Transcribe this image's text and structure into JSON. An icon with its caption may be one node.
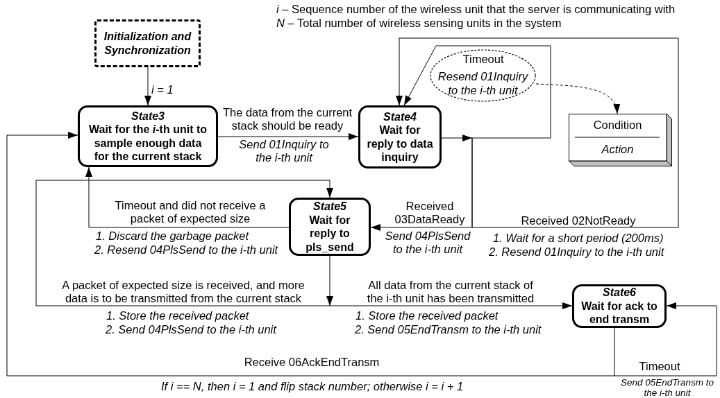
{
  "diagram": {
    "nodes": [
      {
        "text": [
          "Initialization and Synchronization"
        ]
      },
      {
        "text": [
          "Timeout",
          "Resend 01Inquiry to the i-th unit"
        ]
      },
      {
        "text": [
          "State3",
          "Wait for the *i*-th unit to sample enough data for the current stack"
        ]
      },
      {
        "text": [
          "State4",
          "Wait for reply to data inquiry"
        ]
      },
      {
        "text": [
          "Condition",
          "Action"
        ]
      },
      {
        "text": [
          "State5",
          "Wait for reply to pls_send"
        ]
      },
      {
        "text": [
          "State6",
          "Wait for ack to end transm"
        ]
      }
    ],
    "edges": [
      {
        "from": 0,
        "to": 2,
        "arrow": "to",
        "label": "i = 1"
      },
      {
        "from": 2,
        "to": 3,
        "arrow": "to",
        "label": "The data from the current stack should be ready"
      },
      {
        "from": 3,
        "to": 3,
        "arrow": "to"
      },
      {
        "from": 3,
        "to": 5,
        "arrow": "to",
        "label": "Received 03DataReady"
      },
      {
        "from": 3,
        "to": 3,
        "arrow": "to",
        "label": "Received 02NotReady"
      },
      {
        "from": 5,
        "to": 2,
        "arrow": "to",
        "label": "Timeout and did not receive a packet of expected size"
      },
      {
        "from": 5,
        "to": 5,
        "arrow": "to",
        "label": "A packet of expected size is received, and more data is to be transmitted from the current stack"
      },
      {
        "from": 5,
        "to": 6,
        "arrow": "to",
        "label": "All data from the current stack of the i-th unit has been transmitted"
      },
      {
        "from": 6,
        "to": 2,
        "arrow": "to",
        "label": "Receive 06AckEndTransm"
      },
      {
        "from": 6,
        "to": 6,
        "arrow": "to",
        "label": "Timeout"
      },
      {
        "from": 1,
        "to": 4,
        "arrow": "to",
        "style": "dashed"
      }
    ],
    "labels": [
      "*i* – Sequence number of the wireless unit that the server is communicating with",
      "*N* – Total number of wireless sensing units in the system",
      "Send 01Inquiry to the i-th unit",
      "1. Discard the garbage packet",
      "2. Resend 04PlsSend to the i-th unit",
      "Send 04PlsSend to the i-th unit",
      "1. Wait for a short period (200ms)",
      "2. Resend 01Inquiry to the i-th unit",
      "1. Store the received packet",
      "2. Send 04PlsSend to the i-th unit",
      "1. Store the received packet",
      "2. Send 05EndTransm to the i-th unit",
      "If i == N, then i = 1 and flip stack number; otherwise i = i + 1",
      "Send 05EndTransm to the i-th unit"
    ]
  }
}
